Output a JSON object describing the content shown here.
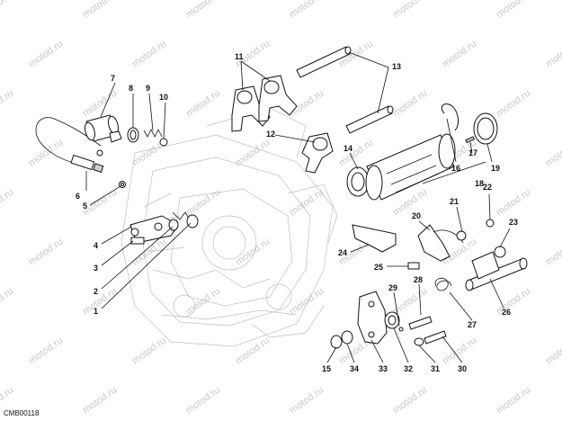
{
  "diagram": {
    "watermark_text": "motod.ru",
    "drawing_code": "CMB00118",
    "callouts": [
      {
        "id": "c1",
        "label": "1"
      },
      {
        "id": "c2",
        "label": "2"
      },
      {
        "id": "c3",
        "label": "3"
      },
      {
        "id": "c4",
        "label": "4"
      },
      {
        "id": "c5",
        "label": "5"
      },
      {
        "id": "c6",
        "label": "6"
      },
      {
        "id": "c7",
        "label": "7"
      },
      {
        "id": "c8",
        "label": "8"
      },
      {
        "id": "c9",
        "label": "9"
      },
      {
        "id": "c10",
        "label": "10"
      },
      {
        "id": "c11",
        "label": "11"
      },
      {
        "id": "c12",
        "label": "12"
      },
      {
        "id": "c13",
        "label": "13"
      },
      {
        "id": "c14",
        "label": "14"
      },
      {
        "id": "c15",
        "label": "15"
      },
      {
        "id": "c16",
        "label": "16"
      },
      {
        "id": "c17",
        "label": "17"
      },
      {
        "id": "c18",
        "label": "18"
      },
      {
        "id": "c19",
        "label": "19"
      },
      {
        "id": "c20",
        "label": "20"
      },
      {
        "id": "c21",
        "label": "21"
      },
      {
        "id": "c22",
        "label": "22"
      },
      {
        "id": "c23",
        "label": "23"
      },
      {
        "id": "c24",
        "label": "24"
      },
      {
        "id": "c25",
        "label": "25"
      },
      {
        "id": "c26",
        "label": "26"
      },
      {
        "id": "c27",
        "label": "27"
      },
      {
        "id": "c28",
        "label": "28"
      },
      {
        "id": "c29",
        "label": "29"
      },
      {
        "id": "c30",
        "label": "30"
      },
      {
        "id": "c31",
        "label": "31"
      },
      {
        "id": "c32",
        "label": "32"
      },
      {
        "id": "c33",
        "label": "33"
      },
      {
        "id": "c34",
        "label": "34"
      }
    ]
  }
}
